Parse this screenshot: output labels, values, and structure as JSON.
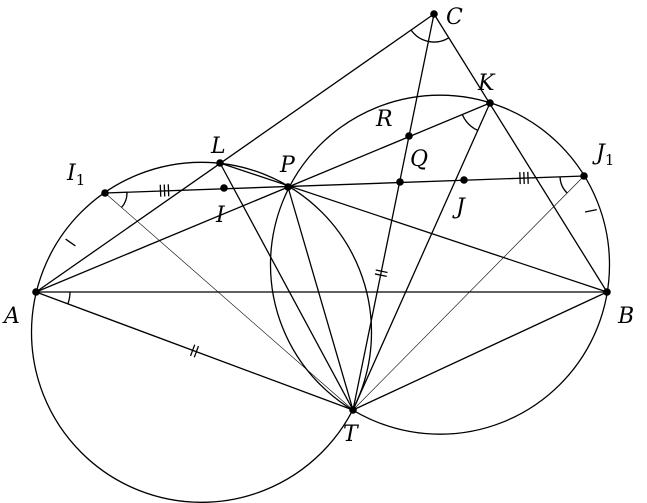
{
  "diagram": {
    "labels": {
      "A": "A",
      "B": "B",
      "C": "C",
      "K": "K",
      "R": "R",
      "Q": "Q",
      "L": "L",
      "P": "P",
      "I": "I",
      "J": "J",
      "T": "T",
      "I1": "I",
      "I1_sub": "1",
      "J1": "J",
      "J1_sub": "1"
    },
    "ink_color": "#000000"
  }
}
